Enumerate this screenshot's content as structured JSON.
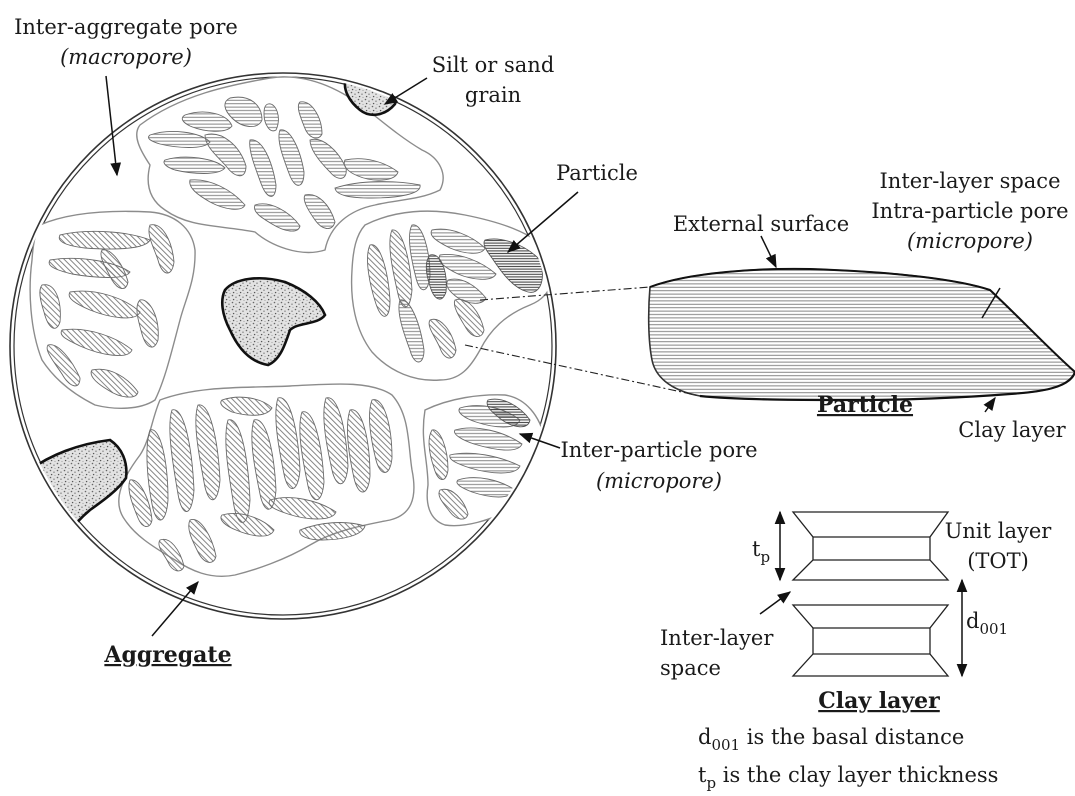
{
  "labels": {
    "inter_aggregate_pore": "Inter-aggregate pore",
    "macropore": "(macropore)",
    "silt_sand_line1": "Silt or sand",
    "silt_sand_line2": "grain",
    "particle": "Particle",
    "inter_layer_space": "Inter-layer space",
    "intra_particle_pore": "Intra-particle pore",
    "micropore_1": "(micropore)",
    "external_surface": "External surface",
    "particle_title": "Particle",
    "clay_layer": "Clay layer",
    "inter_particle_pore": "Inter-particle pore",
    "micropore_2": "(micropore)",
    "unit_layer_line1": "Unit layer",
    "unit_layer_line2": "(TOT)",
    "tp_base": "t",
    "tp_sub": "p",
    "d001_base": "d",
    "d001_sub": "001",
    "inter_layer_line1": "Inter-layer",
    "inter_layer_line2": "space",
    "clay_layer_title": "Clay layer",
    "aggregate_title": "Aggregate",
    "legend_d_base": "d",
    "legend_d_sub": "001",
    "legend_d_text": " is the basal distance",
    "legend_t_base": "t",
    "legend_t_sub": "p",
    "legend_t_text": " is the clay layer thickness"
  }
}
